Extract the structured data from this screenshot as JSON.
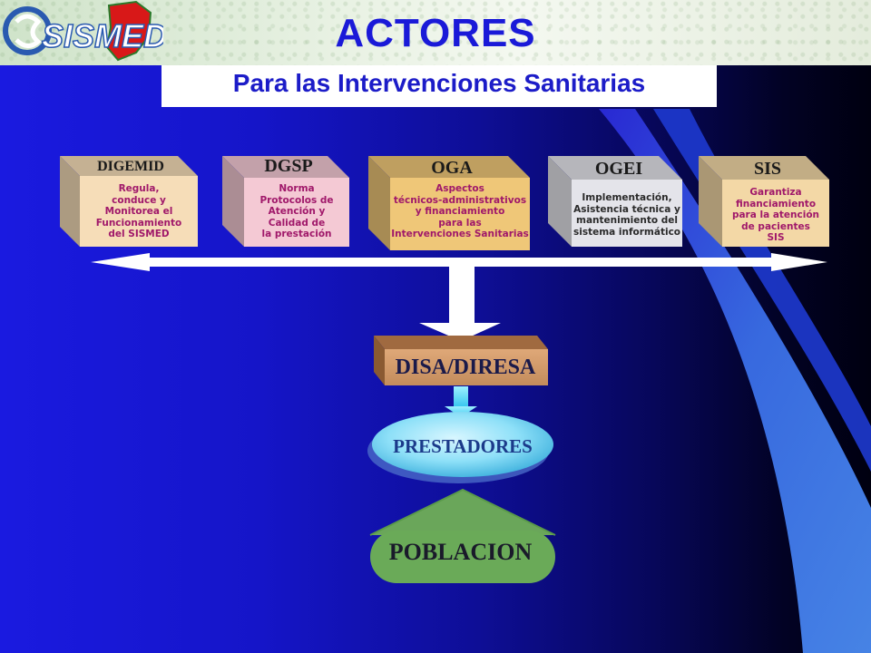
{
  "header": {
    "title": "ACTORES",
    "subtitle": "Para las Intervenciones Sanitarias",
    "logo_text": "SISMED"
  },
  "actors": [
    {
      "title": "DIGEMID",
      "lines": [
        "Regula,",
        "conduce y",
        "Monitorea el",
        "Funcionamiento",
        "del SISMED"
      ],
      "color": "#f6ddb8",
      "text_color": "#a0186a"
    },
    {
      "title": "DGSP",
      "lines": [
        "Norma",
        "Protocolos de",
        "Atención y",
        "Calidad de",
        "la prestación"
      ],
      "color": "#f4c9d4",
      "text_color": "#a0186a"
    },
    {
      "title": "OGA",
      "lines": [
        "Aspectos",
        "técnicos-administrativos",
        "y financiamiento",
        "para las",
        "Intervenciones Sanitarias"
      ],
      "color": "#efc778",
      "text_color": "#a0186a"
    },
    {
      "title": "OGEI",
      "lines": [
        "Implementación,",
        "Asistencia técnica y",
        "mantenimiento del",
        "sistema informático"
      ],
      "color": "#e4e4ea",
      "text_color": "#2a2a2a"
    },
    {
      "title": "SIS",
      "lines": [
        "Garantiza",
        "financiamiento",
        "para la atención",
        "de pacientes",
        "SIS"
      ],
      "color": "#f3d8a6",
      "text_color": "#a0186a"
    }
  ],
  "flow": {
    "disa": "DISA/DIRESA",
    "prestadores": "PRESTADORES",
    "poblacion": "POBLACION"
  },
  "colors": {
    "background_left": "#1a1ae0",
    "background_right": "#000010",
    "title": "#1a1ad8",
    "arrow": "#ffffff",
    "disa_box": "#c89060",
    "prestadores_ellipse": "#66ccf0",
    "poblacion_shape": "#66aa55"
  }
}
